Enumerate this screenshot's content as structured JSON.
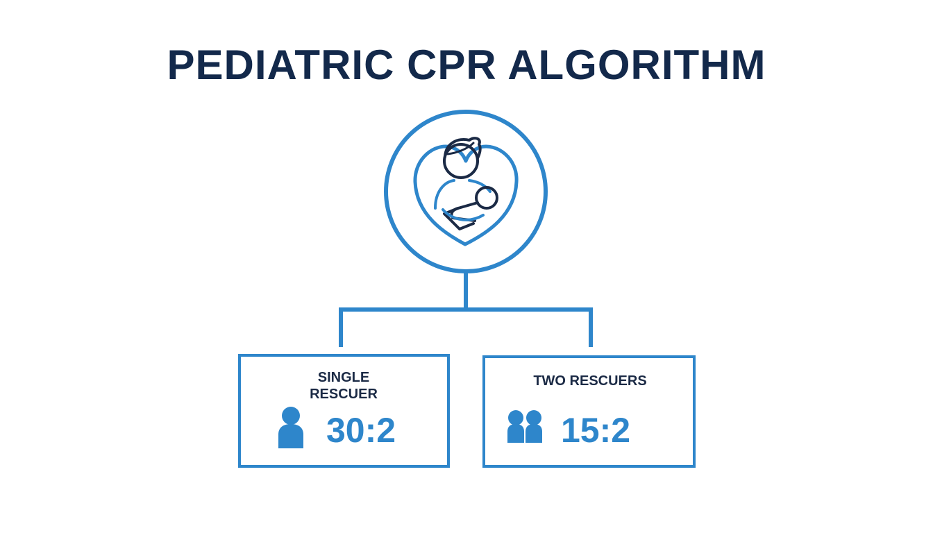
{
  "title": "PEDIATRIC CPR ALGORITHM",
  "colors": {
    "title": "#13294b",
    "accent": "#2e86cb",
    "icon_dark": "#1b2a45"
  },
  "center_icon": {
    "name": "adult-holding-infant-in-heart-icon"
  },
  "options": [
    {
      "label_line1": "SINGLE",
      "label_line2": "RESCUER",
      "icon": "single-person-icon",
      "ratio": "30:2"
    },
    {
      "label": "TWO RESCUERS",
      "icon": "two-people-icon",
      "ratio": "15:2"
    }
  ]
}
